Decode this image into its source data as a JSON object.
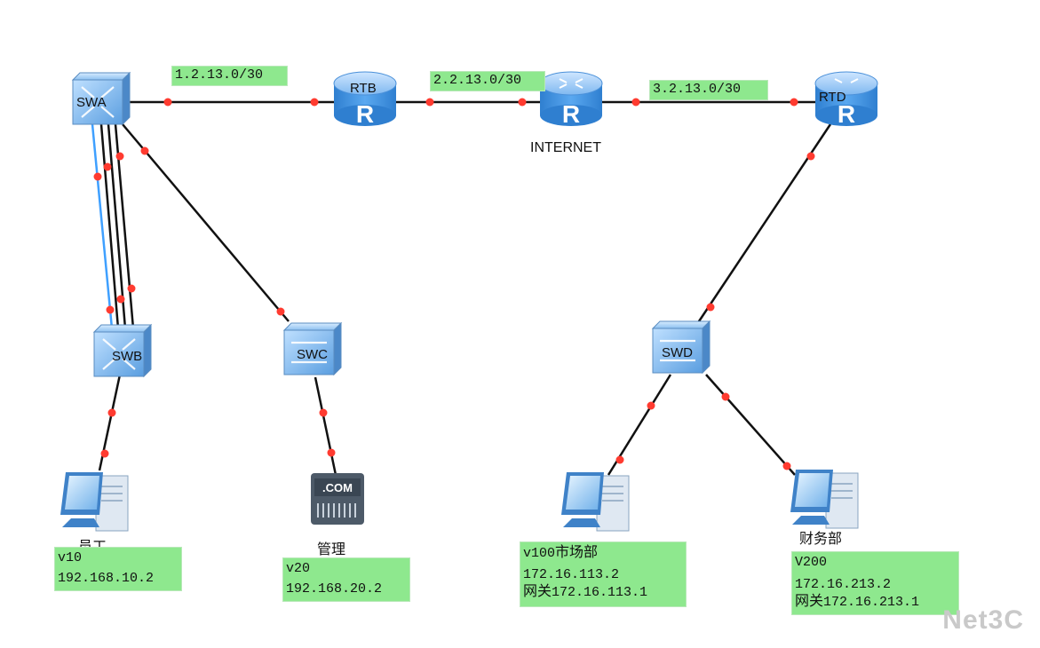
{
  "devices": {
    "swa": {
      "label": "SWA"
    },
    "swb": {
      "label": "SWB"
    },
    "swc": {
      "label": "SWC"
    },
    "swd": {
      "label": "SWD"
    },
    "rtb": {
      "label": "RTB"
    },
    "internet": {
      "label": "INTERNET"
    },
    "rtd": {
      "label": "RTD"
    },
    "server": {
      "badge": ".COM"
    }
  },
  "links": {
    "swa_rtb": "1.2.13.0/30",
    "rtb_internet": "2.2.13.0/30",
    "internet_rtd": "3.2.13.0/30"
  },
  "hosts": {
    "staff": {
      "name": "员工",
      "vlan": "v10",
      "ip": "192.168.10.2"
    },
    "mgmt": {
      "name": "管理",
      "vlan": "v20",
      "ip": "192.168.20.2"
    },
    "market": {
      "name": "市场部",
      "vlan": "v100",
      "ip": "172.16.113.2",
      "gateway_label": "网关",
      "gateway": "172.16.113.1"
    },
    "finance": {
      "name": "财务部",
      "vlan": "V200",
      "ip": "172.16.213.2",
      "gateway_label": "网关",
      "gateway": "172.16.213.1"
    }
  },
  "colors": {
    "switch": "#4a90d9",
    "router": "#3b8ed8",
    "link": "#111111",
    "trunk_highlight": "#3fa0ff",
    "port_dot": "#ff3b30",
    "label_bg": "#8ee88e"
  },
  "watermark": "Net3C"
}
